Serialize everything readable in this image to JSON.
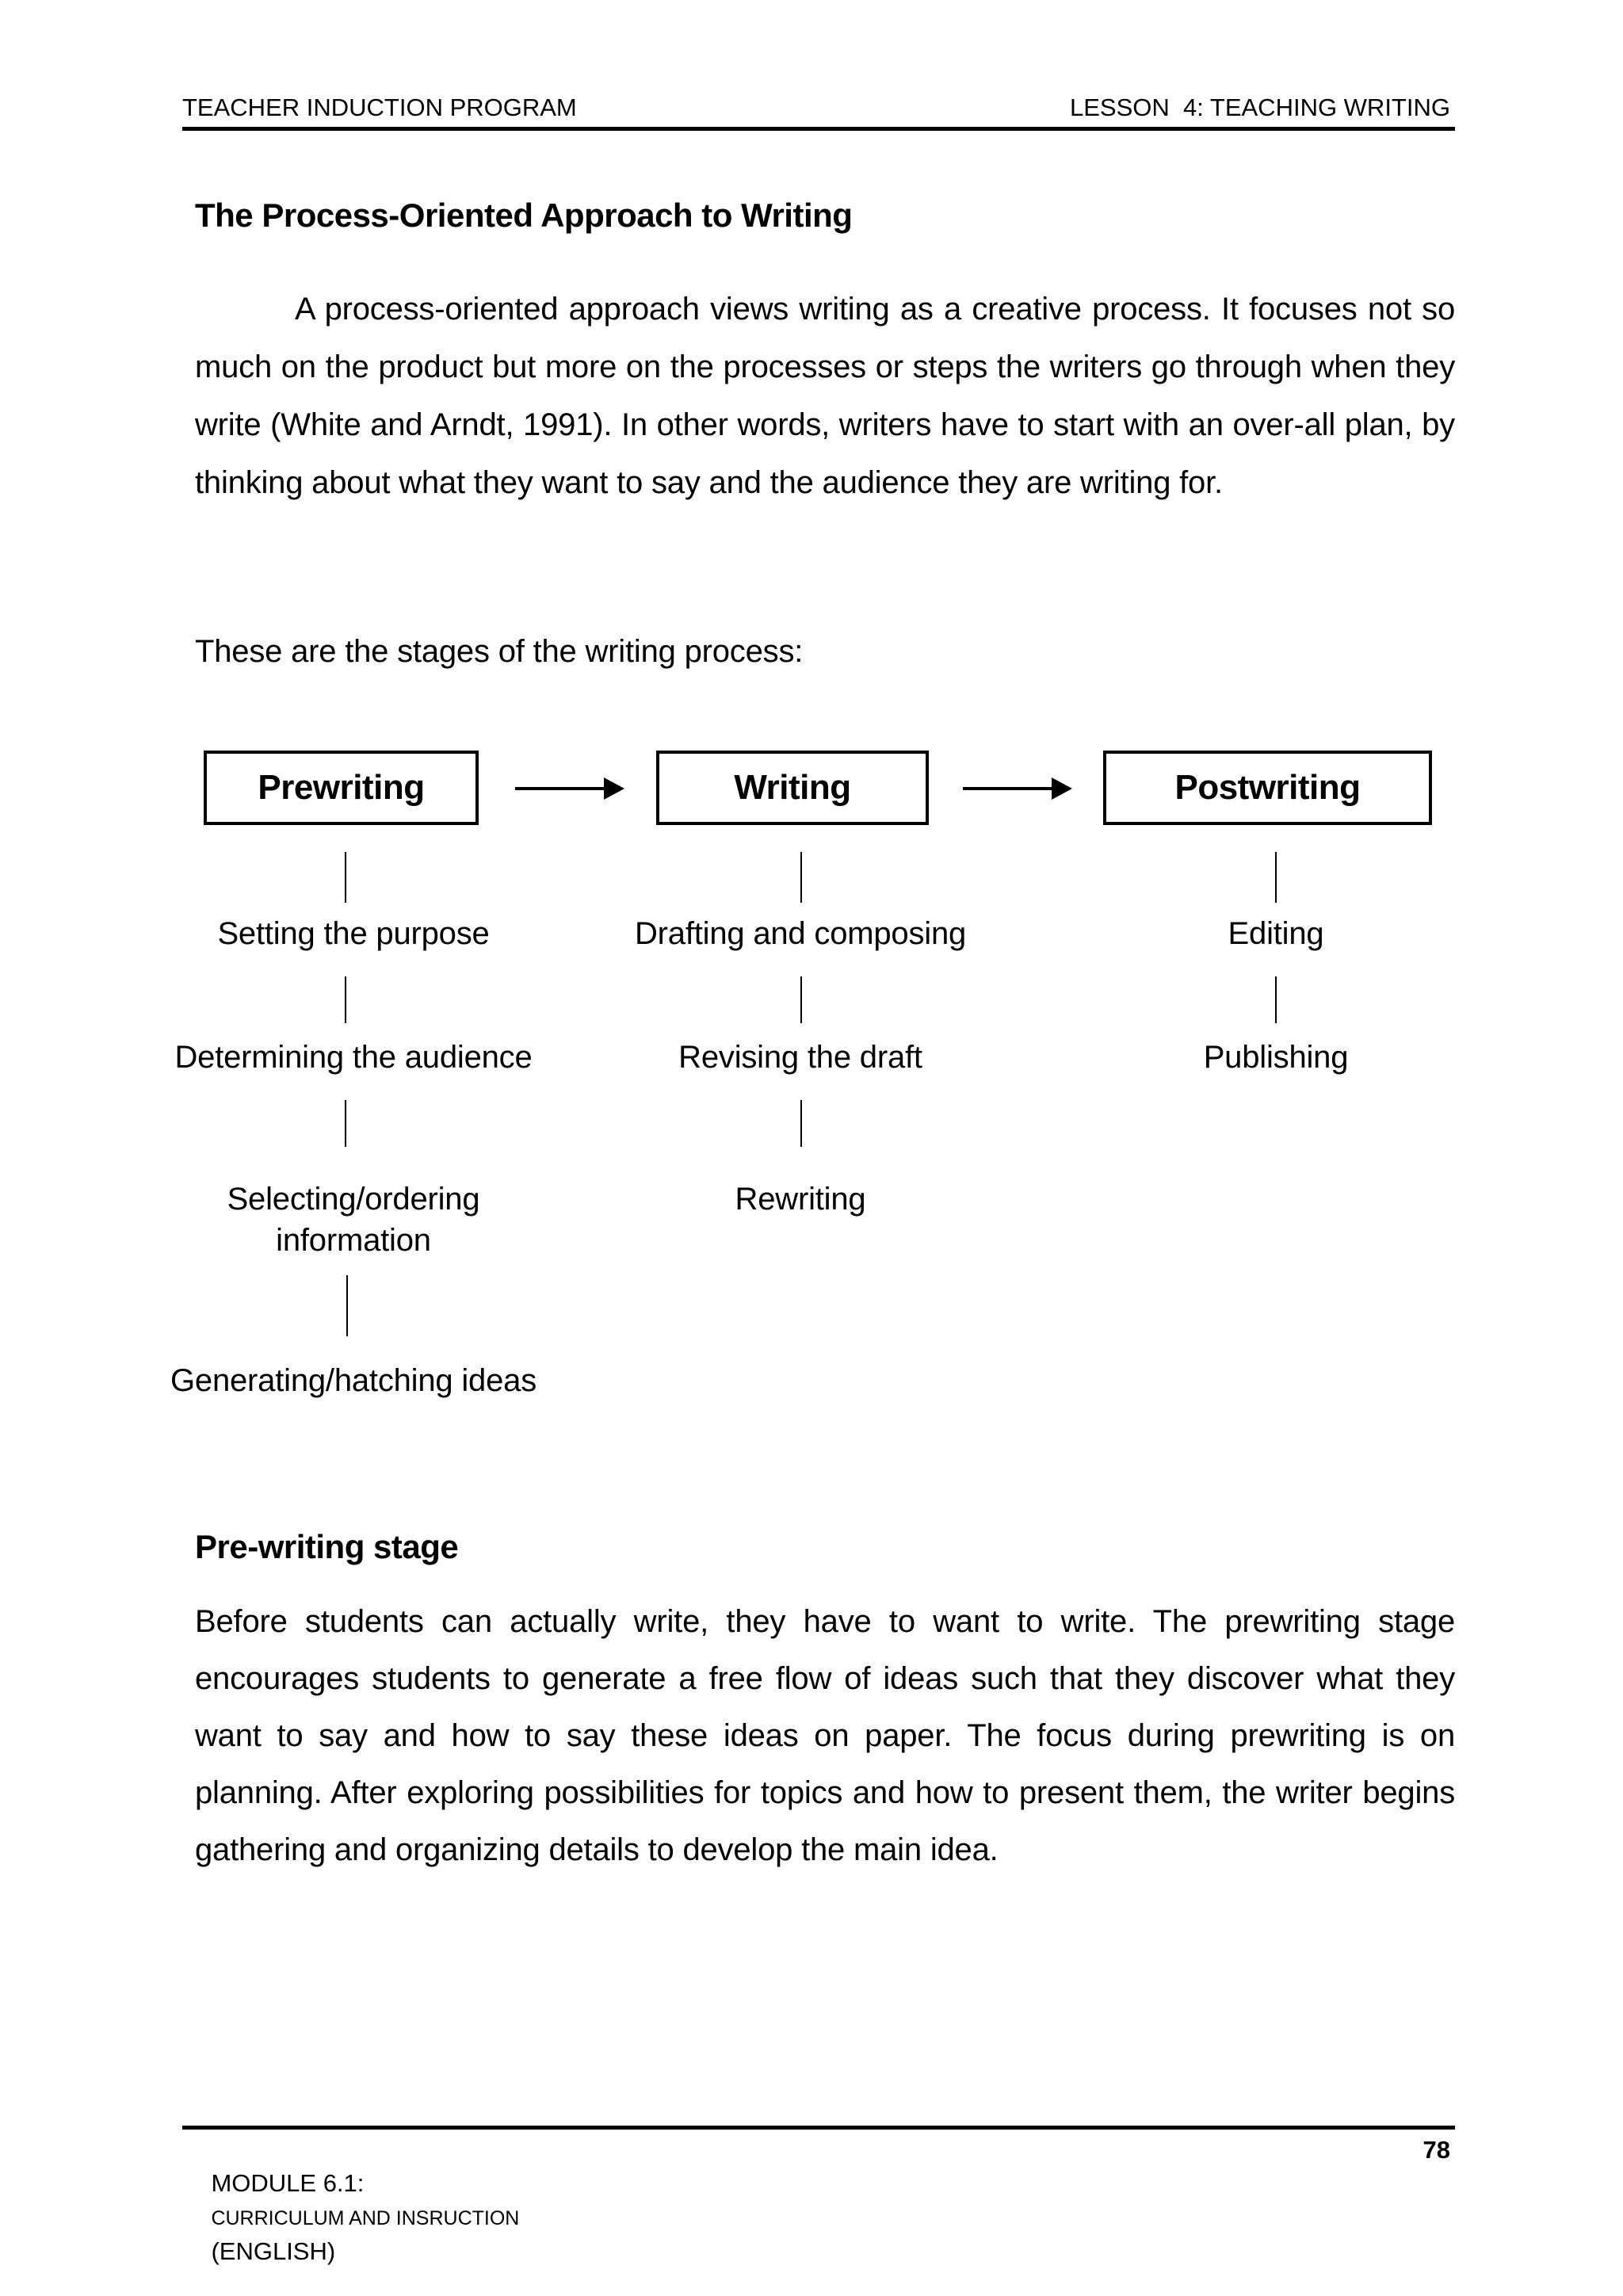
{
  "header": {
    "left": "TEACHER INDUCTION PROGRAM",
    "right": "LESSON  4: TEACHING WRITING"
  },
  "title": "The Process-Oriented Approach to Writing",
  "paragraphs": {
    "p1": "A process-oriented approach views writing as a creative process. It focuses not so much on the product but more on the processes or steps the writers go through when they write (White and Arndt, 1991). In other words, writers have to start with an over-all plan, by thinking about what they want to say and the audience they are writing for.",
    "stages_intro": "These are the stages of the writing process:",
    "p2": "Before students can actually write, they have to want to write. The prewriting stage encourages students to generate a free flow of ideas such that they discover what they want to say and how to say these ideas on paper. The focus during prewriting is on planning. After exploring possibilities for topics and how to present them, the writer begins gathering and organizing details to develop the main idea."
  },
  "subheading": "Pre-writing stage",
  "diagram": {
    "columns": [
      {
        "box": "Prewriting",
        "steps": [
          "Setting the purpose",
          "Determining the audience",
          "Selecting/ordering information",
          "Generating/hatching ideas"
        ]
      },
      {
        "box": "Writing",
        "steps": [
          "Drafting and composing",
          "Revising the draft",
          "Rewriting"
        ]
      },
      {
        "box": "Postwriting",
        "steps": [
          "Editing",
          "Publishing"
        ]
      }
    ]
  },
  "footer": {
    "module_prefix": "MODULE 6.1:",
    "module_smallcaps": "CURRICULUM AND INSRUCTION",
    "module_suffix": "(ENGLISH)",
    "page_number": "78"
  },
  "colors": {
    "text": "#000000",
    "background": "#ffffff"
  }
}
